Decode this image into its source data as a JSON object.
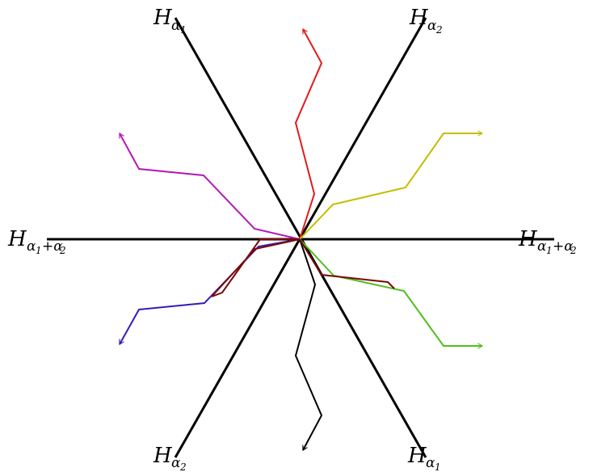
{
  "hyperplanes": [
    {
      "id": "h-a1-top",
      "base": "H",
      "sub": "α",
      "subsub": "1",
      "full": "H_{α1}"
    },
    {
      "id": "h-a2-top",
      "base": "H",
      "sub": "α",
      "subsub": "2",
      "full": "H_{α2}"
    },
    {
      "id": "h-a12-left",
      "base": "H",
      "sub": "α",
      "subsub": "1",
      "tail": "+α",
      "tailsub": "2",
      "full": "H_{α1+α2}"
    },
    {
      "id": "h-a12-right",
      "base": "H",
      "sub": "α",
      "subsub": "1",
      "tail": "+α",
      "tailsub": "2",
      "full": "H_{α1+α2}"
    },
    {
      "id": "h-a2-bottom",
      "base": "H",
      "sub": "α",
      "subsub": "2",
      "full": "H_{α2}"
    },
    {
      "id": "h-a1-bottom",
      "base": "H",
      "sub": "α",
      "subsub": "1",
      "full": "H_{α1}"
    }
  ],
  "paths": [
    {
      "name": "red-path",
      "color": "#e41a1c"
    },
    {
      "name": "olive-path",
      "color": "#c4bd00"
    },
    {
      "name": "magenta-path",
      "color": "#b31ab8"
    },
    {
      "name": "green-path",
      "color": "#4fbf1c"
    },
    {
      "name": "blue-path",
      "color": "#3b1ab8"
    },
    {
      "name": "black-path",
      "color": "#000000"
    },
    {
      "name": "darkred-path-1",
      "color": "#7a0a0a"
    },
    {
      "name": "darkred-path-2",
      "color": "#7a0a0a"
    }
  ]
}
